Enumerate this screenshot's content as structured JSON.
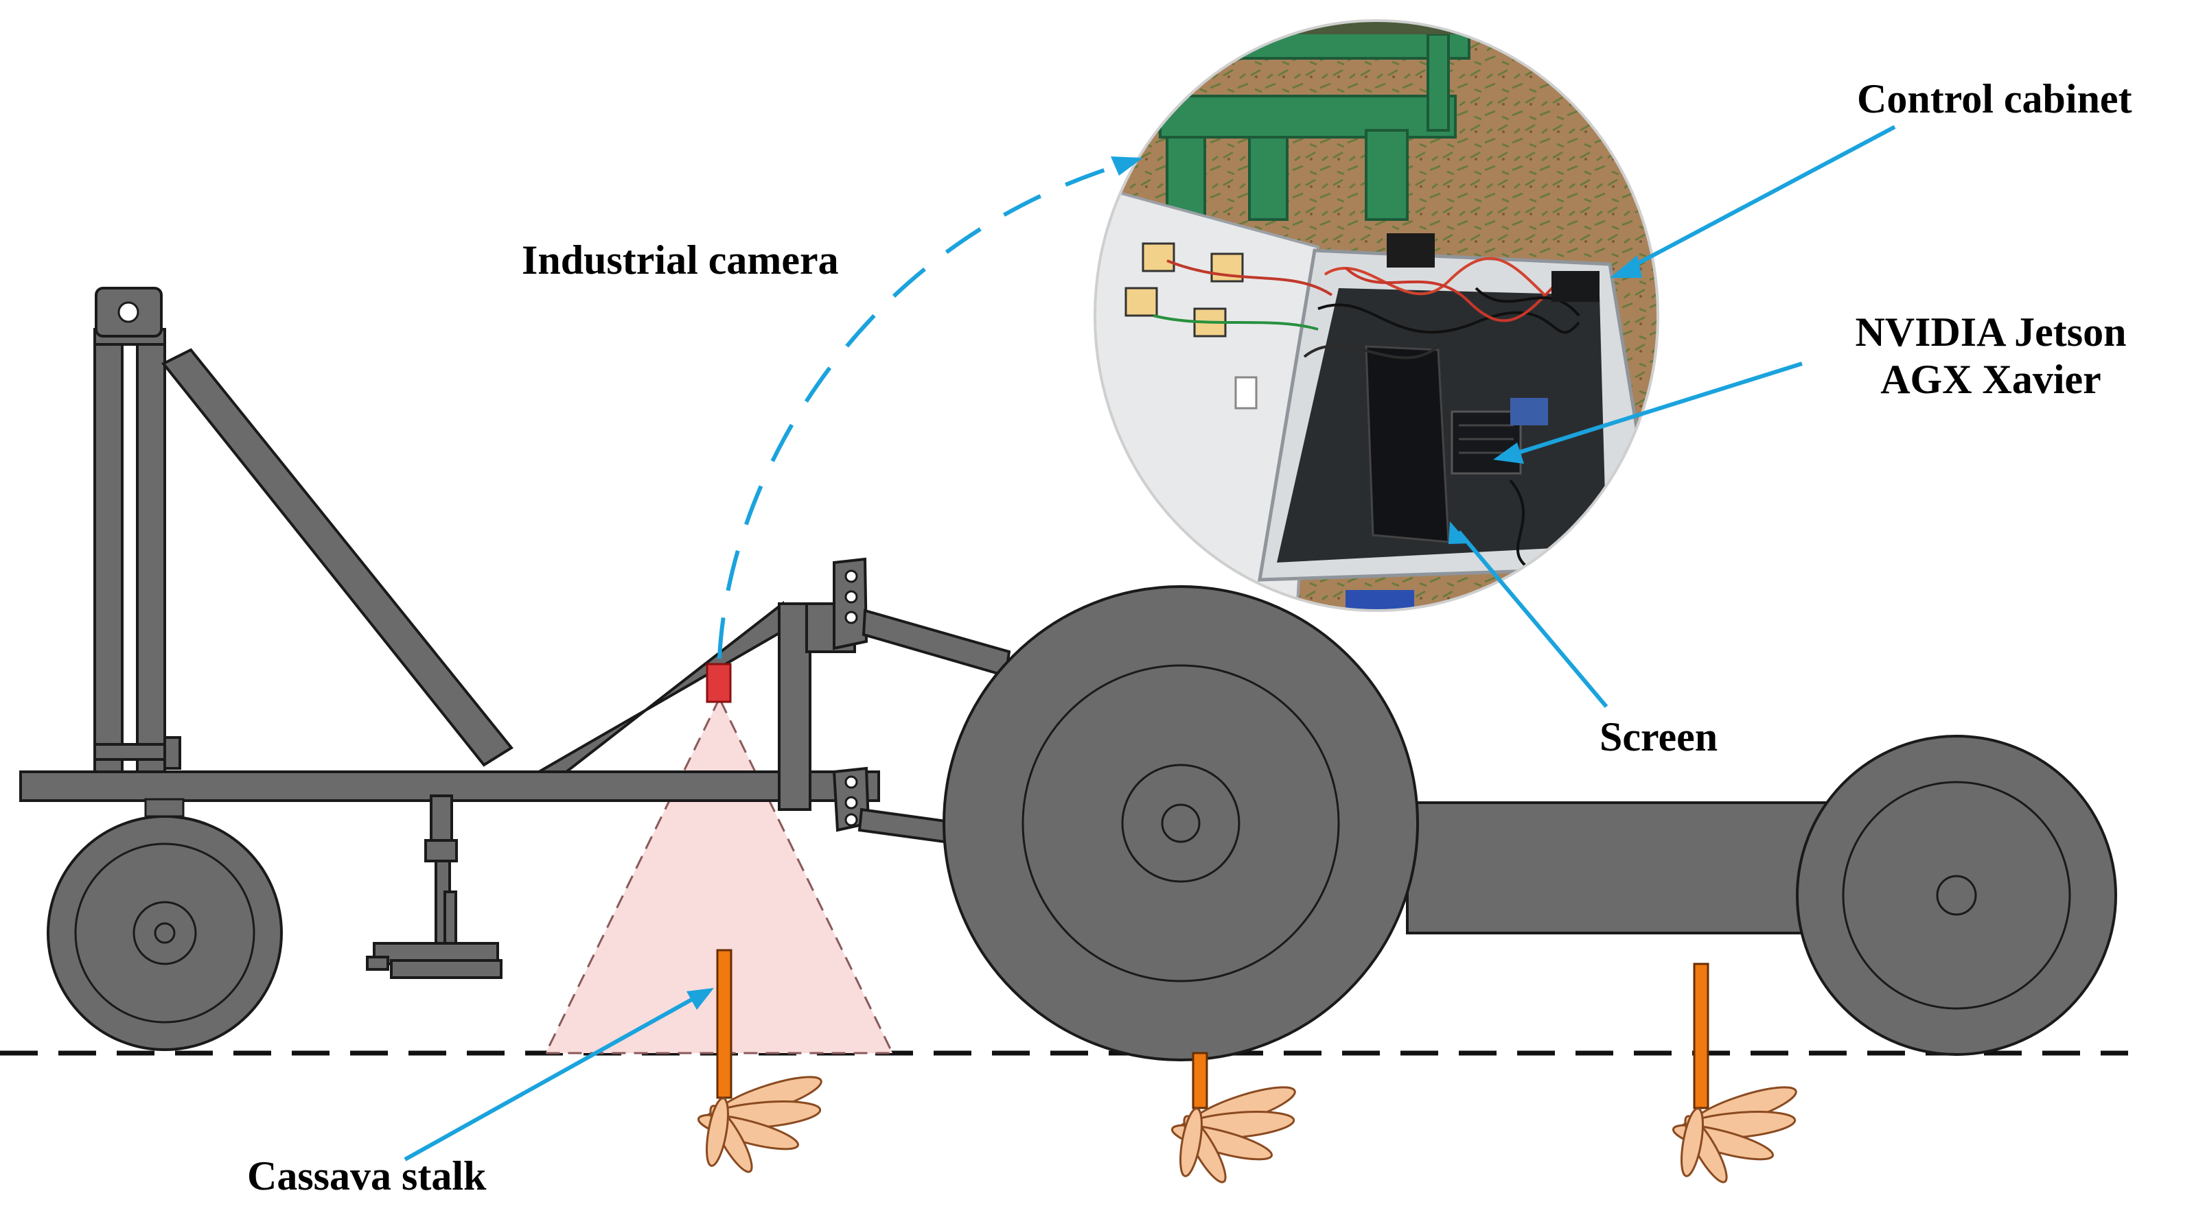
{
  "labels": {
    "industrial_camera": "Industrial camera",
    "control_cabinet": "Control cabinet",
    "jetson_line1": "NVIDIA Jetson",
    "jetson_line2": "AGX Xavier",
    "screen": "Screen",
    "cassava_stalk": "Cassava stalk"
  },
  "colors": {
    "machine_gray": "#6b6b6b",
    "outline": "#1a1a1a",
    "camera_red": "#e0393b",
    "view_cone": "#f9dcdc",
    "leader_blue": "#1aa3dd",
    "stalk_orange": "#f07a10",
    "root_peach": "#f6c49a",
    "cabinet_box": "#d9dcdf",
    "green_frame": "#2f8a57",
    "soil": "#a9825a"
  },
  "icons": [
    "industrial-camera-icon",
    "cassava-stalk-icon",
    "wheel-icon",
    "control-cabinet-photo"
  ]
}
